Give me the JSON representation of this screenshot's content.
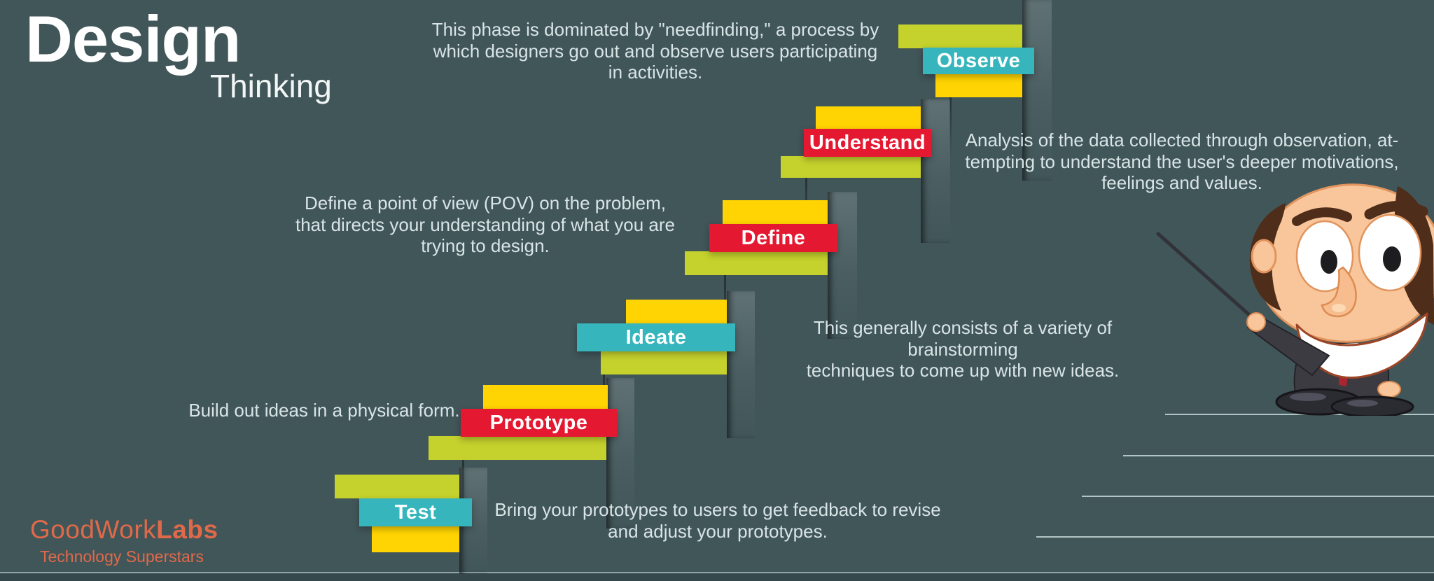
{
  "title": {
    "main": "Design",
    "sub": "Thinking"
  },
  "colors": {
    "background": "#415659",
    "lime": "#c5d12c",
    "yellow": "#ffd402",
    "teal": "#36b5bc",
    "red": "#e41931",
    "description_text": "#d9e4e6",
    "logo_orange": "#e0694a",
    "footer_band": "#35484b"
  },
  "steps": [
    {
      "label": "Observe",
      "label_color": "teal",
      "description": "This phase is dominated by \"needfinding,\" a process by\nwhich designers go out and observe users participating\nin activities."
    },
    {
      "label": "Understand",
      "label_color": "red",
      "description": "Analysis of the data collected through observation, at-\ntempting to understand the user's deeper motivations,\nfeelings and values."
    },
    {
      "label": "Define",
      "label_color": "red",
      "description": "Define a point of view (POV) on the problem,\nthat directs your understanding of what you are\ntrying to design."
    },
    {
      "label": "Ideate",
      "label_color": "teal",
      "description": "This generally consists of a variety of brainstorming\ntechniques to come up with new ideas."
    },
    {
      "label": "Prototype",
      "label_color": "red",
      "description": "Build out ideas in a physical form."
    },
    {
      "label": "Test",
      "label_color": "teal",
      "description": "Bring your prototypes to users to get feedback to revise\nand adjust your prototypes."
    }
  ],
  "logo": {
    "brand_regular": "GoodWork",
    "brand_bold": "Labs",
    "tagline": "Technology Superstars"
  },
  "character": {
    "figure": "businessman-with-pointer-icon"
  }
}
